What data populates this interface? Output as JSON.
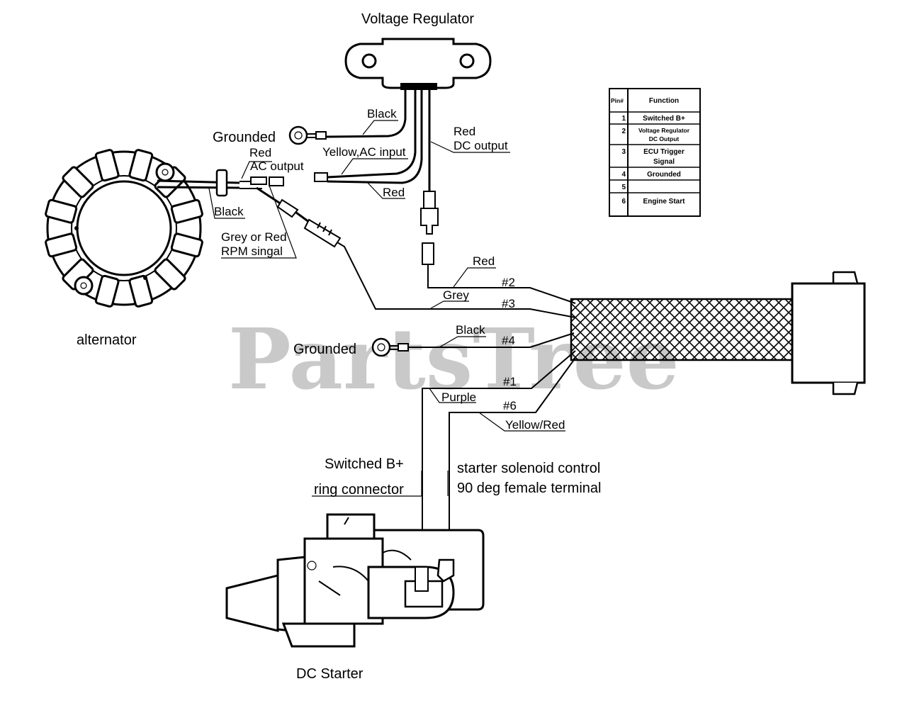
{
  "watermark": "PartsTree",
  "components": {
    "voltage_regulator": "Voltage Regulator",
    "alternator": "alternator",
    "dc_starter": "DC Starter",
    "ground_top": "Grounded",
    "ground_mid": "Grounded"
  },
  "wire_labels": {
    "black_reg": "Black",
    "red_dc_1": "Red",
    "red_dc_2": "DC output",
    "yellow_ac": "Yellow,AC input",
    "red_reg": "Red",
    "red_ac_1": "Red",
    "red_ac_2": "AC output",
    "black_alt": "Black",
    "grey_rpm_1": "Grey or Red",
    "grey_rpm_2": "RPM singal",
    "red_pin2": "Red",
    "grey_pin3": "Grey",
    "black_pin4": "Black",
    "purple_pin1": "Purple",
    "yellow_red_pin6": "Yellow/Red",
    "pin2": "#2",
    "pin3": "#3",
    "pin4": "#4",
    "pin1": "#1",
    "pin6": "#6",
    "switched_1": "Switched B+",
    "switched_2": "ring connector",
    "solenoid_1": "starter solenoid control",
    "solenoid_2": "90 deg female terminal"
  },
  "pin_table": {
    "headers": [
      "Pin#",
      "Function"
    ],
    "rows": [
      {
        "pin": "1",
        "func": "Switched B+",
        "func2": ""
      },
      {
        "pin": "2",
        "func": "Voltage Regulator",
        "func2": "DC Output"
      },
      {
        "pin": "3",
        "func": "ECU Trigger",
        "func2": "Signal"
      },
      {
        "pin": "4",
        "func": "Grounded",
        "func2": ""
      },
      {
        "pin": "5",
        "func": "",
        "func2": ""
      },
      {
        "pin": "6",
        "func": "Engine Start",
        "func2": ""
      }
    ]
  }
}
